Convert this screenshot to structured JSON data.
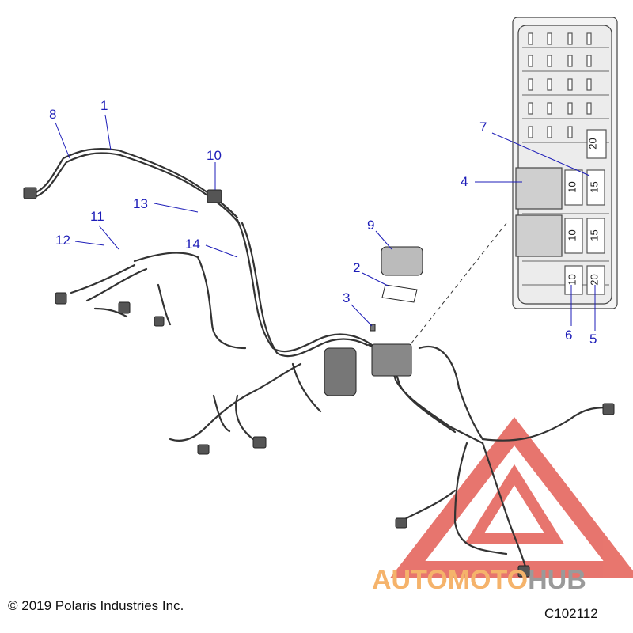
{
  "diagram": {
    "callouts": [
      "1",
      "2",
      "3",
      "4",
      "5",
      "6",
      "7",
      "8",
      "9",
      "10",
      "11",
      "12",
      "13",
      "14"
    ],
    "fuse_labels": [
      "20",
      "15",
      "10",
      "10",
      "15",
      "10",
      "20"
    ],
    "copyright": "© 2019 Polaris Industries Inc.",
    "diagram_code": "C102112",
    "watermark": {
      "part1": "AUTO",
      "part2": "MOTO",
      "part3": "HUB"
    },
    "colors": {
      "callout": "#1d1db8",
      "harness": "#333333",
      "watermark_red": "#e0483e",
      "watermark_orange": "#f5b36b",
      "watermark_gray": "#9a9a9a"
    }
  }
}
